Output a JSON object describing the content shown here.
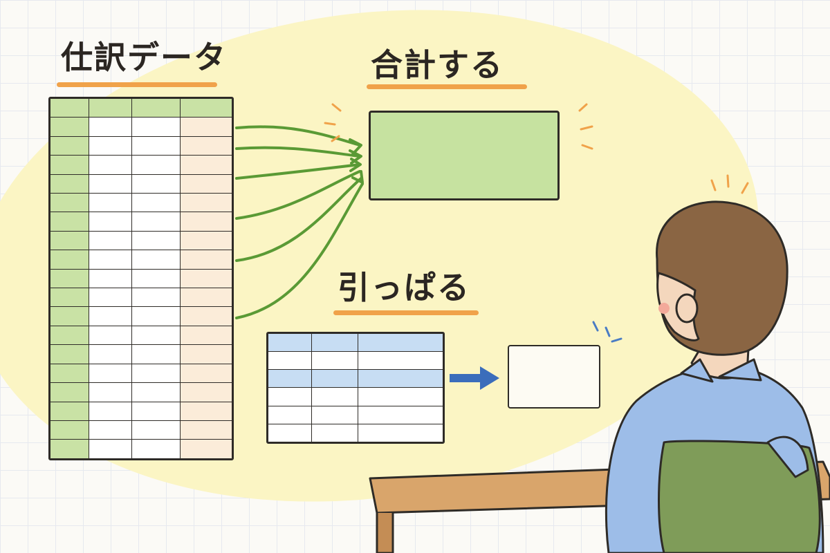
{
  "labels": {
    "journal_data": "仕訳データ",
    "sum": "合計する",
    "lookup": "引っぱる"
  },
  "journal_table": {
    "rows": 19,
    "columns": 4
  },
  "lookup_table": {
    "rows": 6,
    "columns": 3,
    "highlighted_rows": [
      0,
      2
    ]
  },
  "colors": {
    "sum_green": "#c6e2a0",
    "arrow_green": "#5a9a35",
    "lookup_blue": "#c7ddf3",
    "arrow_blue": "#3b6dbb",
    "underline_orange": "#f0a24a",
    "background_yellow": "#fbf5c4"
  },
  "icons": [
    "green-sum-arrows",
    "blue-lookup-arrow",
    "spark-marks",
    "person-at-desk"
  ]
}
